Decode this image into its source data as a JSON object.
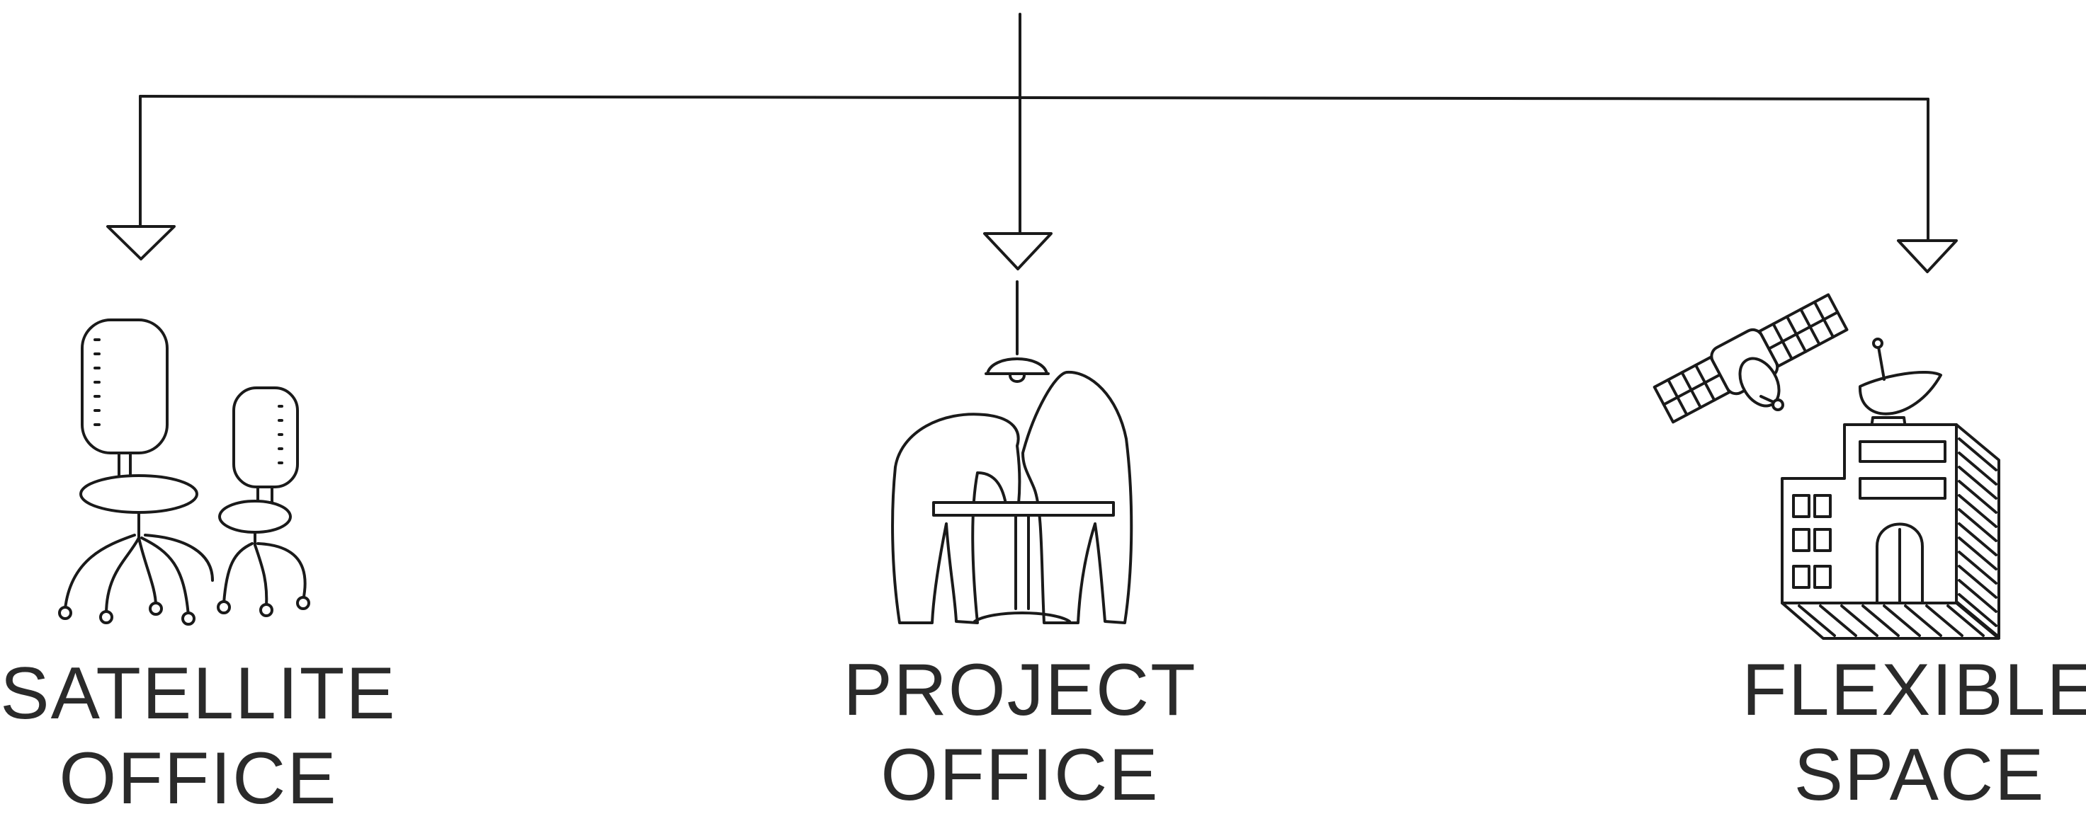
{
  "nodes": [
    {
      "id": "satellite",
      "line1": "SATELLITE",
      "line2": "OFFICE",
      "icon": "office-chairs-icon"
    },
    {
      "id": "project",
      "line1": "PROJECT",
      "line2": "OFFICE",
      "icon": "people-at-table-icon"
    },
    {
      "id": "flexible",
      "line1": "FLEXIBLE",
      "line2": "SPACE",
      "icon": "building-satellite-icon"
    }
  ],
  "colors": {
    "ink": "#1a1a1a",
    "text": "#2a2a2a",
    "background": "#ffffff"
  }
}
